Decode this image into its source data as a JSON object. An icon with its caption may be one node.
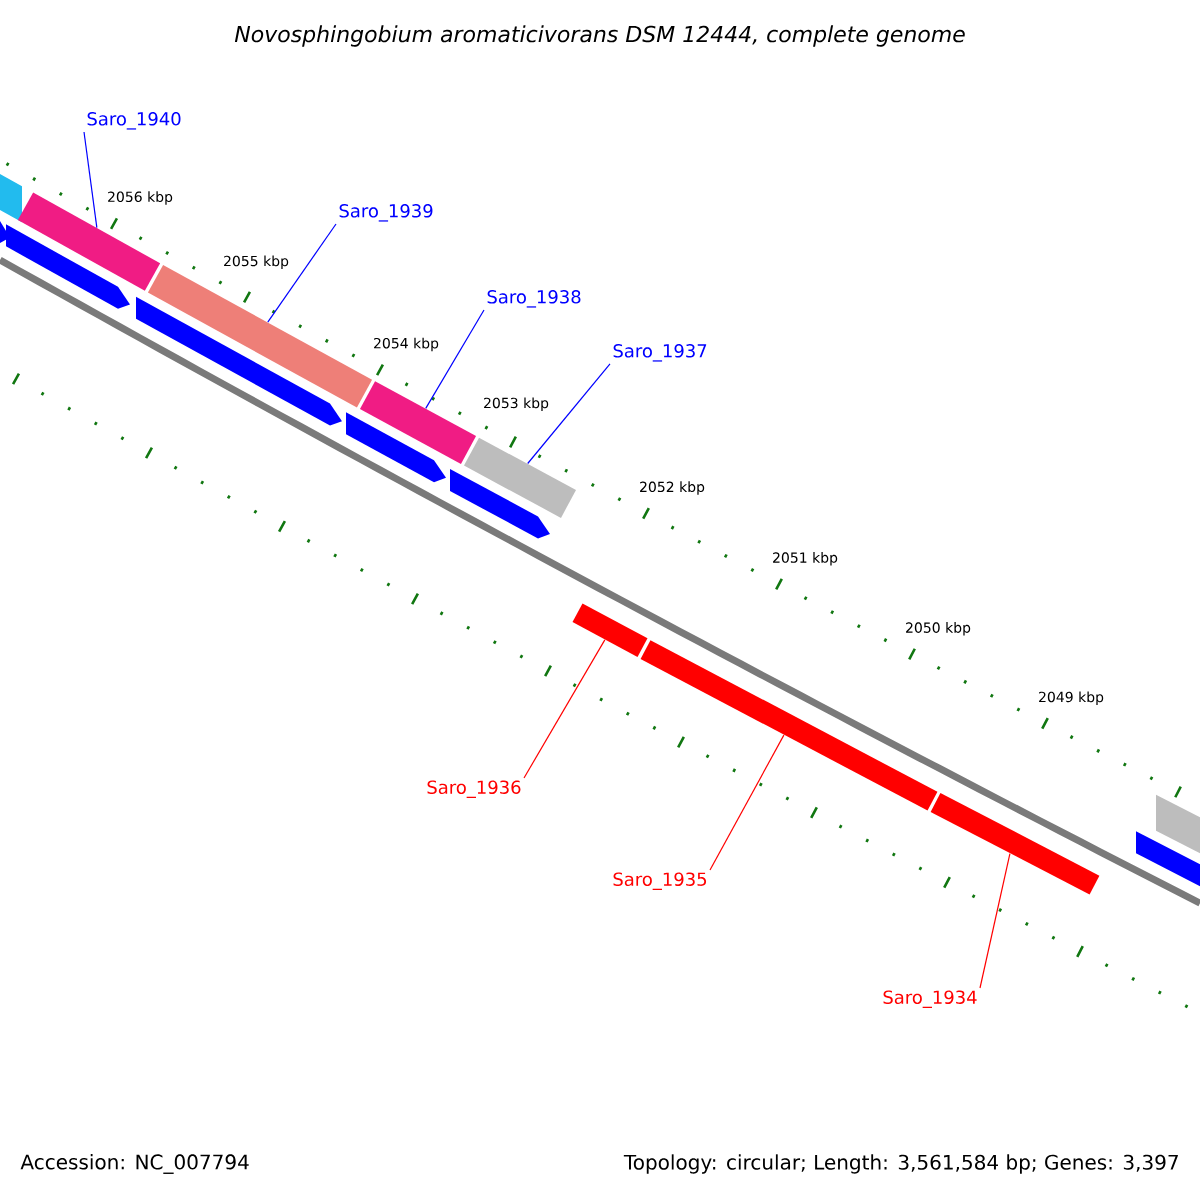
{
  "diagram": {
    "title": "Novosphingobium aromaticivorans DSM 12444, complete genome",
    "nodes": [
      {
        "text": [
          "Saro_1940"
        ]
      },
      {
        "text": [],
        "shape": "bar"
      },
      {
        "text": [
          "Saro_1939"
        ]
      },
      {
        "text": [],
        "shape": "bar"
      },
      {
        "text": [
          "Saro_1938"
        ]
      },
      {
        "text": [],
        "shape": "bar"
      },
      {
        "text": [
          "Saro_1937"
        ]
      },
      {
        "text": [],
        "shape": "bar"
      },
      {
        "text": [
          "Saro_1936"
        ]
      },
      {
        "text": [],
        "shape": "bar"
      },
      {
        "text": [
          "Saro_1935"
        ]
      },
      {
        "text": [],
        "shape": "bar"
      },
      {
        "text": [
          "Saro_1934"
        ]
      },
      {
        "text": [],
        "shape": "bar"
      }
    ],
    "edges": [
      {
        "from": 0,
        "to": 1,
        "arrow": "none"
      },
      {
        "from": 2,
        "to": 3,
        "arrow": "none"
      },
      {
        "from": 4,
        "to": 5,
        "arrow": "none"
      },
      {
        "from": 6,
        "to": 7,
        "arrow": "none"
      },
      {
        "from": 8,
        "to": 9,
        "arrow": "none",
        "color": "#ff0000"
      },
      {
        "from": 10,
        "to": 11,
        "arrow": "none",
        "color": "#ff0000"
      },
      {
        "from": 12,
        "to": 13,
        "arrow": "none",
        "color": "#ff0000"
      }
    ],
    "labels": [
      "2056 kbp",
      "2055 kbp",
      "2054 kbp",
      "2053 kbp",
      "2052 kbp",
      "2051 kbp",
      "2050 kbp",
      "2049 kbp",
      "Accession: NC_007794",
      "Topology: circular; Length: 3,561,584 bp; Genes: 3,397"
    ]
  }
}
